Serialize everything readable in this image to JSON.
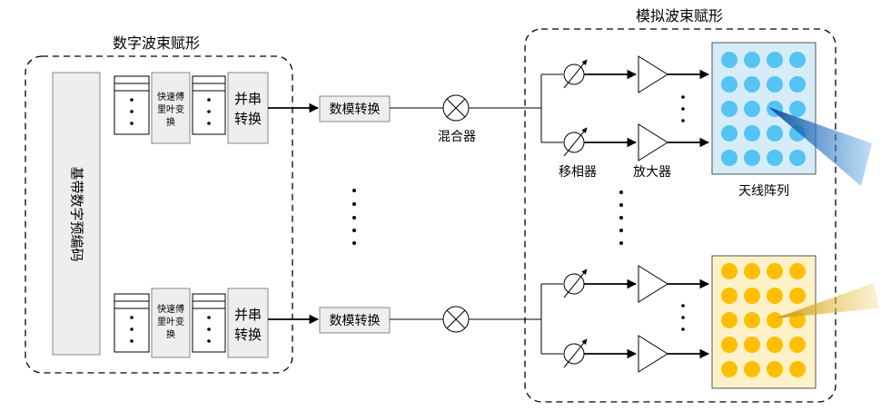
{
  "digital": {
    "title": "数字波束赋形",
    "precoding": "基带数字预编码",
    "fft": "快速傅里叶变换",
    "p2s": "并串转换"
  },
  "dac": "数模转换",
  "mixer": "混合器",
  "analog": {
    "title": "模拟波束赋形",
    "phase_shifter": "移相器",
    "amplifier": "放大器",
    "antenna_array": "天线阵列"
  },
  "colors": {
    "dash_border": "#000000",
    "block_fill": "#eeeeee",
    "array_top_fill": "#d6ecf8",
    "array_top_dot": "#55c3f3",
    "array_bottom_fill": "#fdf1c7",
    "array_bottom_dot": "#ffbf00",
    "beam_blue": "#1f6fbf",
    "beam_gold": "#e0b030"
  }
}
